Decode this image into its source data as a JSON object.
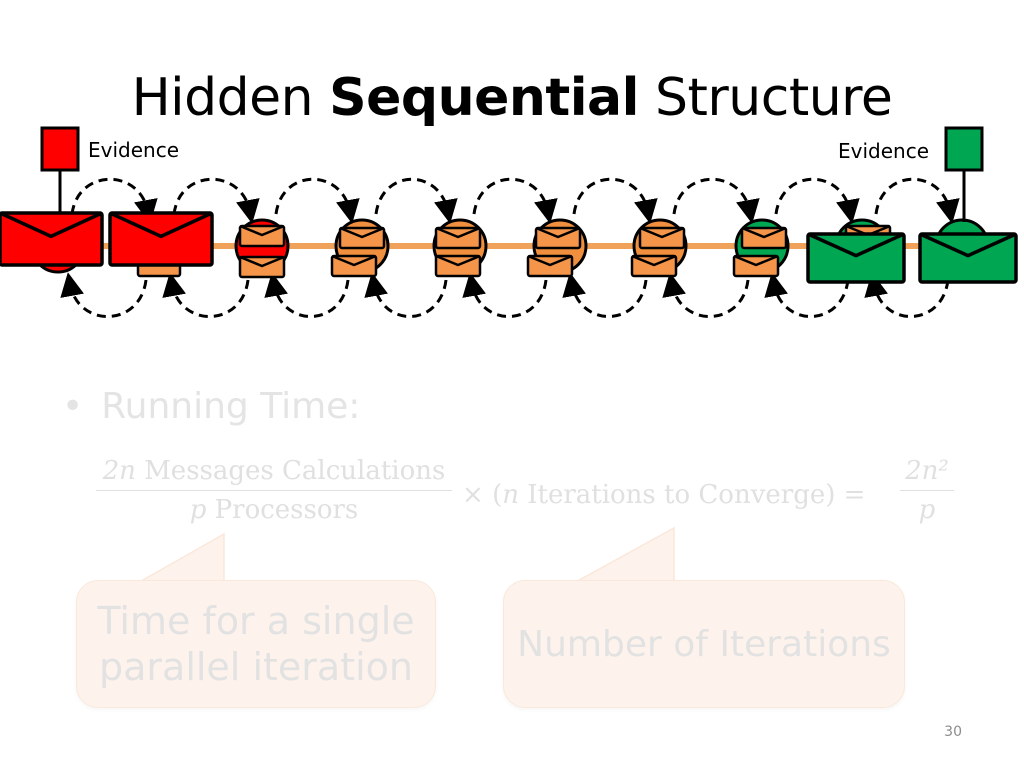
{
  "slide": {
    "title_prefix": "Hidden ",
    "title_bold": "Sequential",
    "title_suffix": " Structure",
    "page_number": "30"
  },
  "diagram": {
    "evidence_left_label": "Evidence",
    "evidence_right_label": "Evidence",
    "colors": {
      "chain_line": "#f0a15a",
      "node_fill": "#f0903e",
      "evidence_red": "#ff0000",
      "evidence_green": "#00a651",
      "message_orange": "#f4954a",
      "outline": "#000000"
    },
    "hidden_node_count": 10,
    "message_icon": "envelope-icon",
    "arrow_style": "dashed-curved-arrow"
  },
  "content": {
    "bullet_label": "Running Time:",
    "bullet_color": "#e4e4e4",
    "formula": {
      "numerator_var": "2n",
      "numerator_text": "Messages Calculations",
      "denominator_var": "p",
      "denominator_text": "Processors",
      "middle_times": "×",
      "middle_open": "(",
      "middle_var": "n",
      "middle_text": "Iterations to Converge",
      "middle_close": ")",
      "equals": "=",
      "result_numerator": "2n²",
      "result_denominator": "p"
    },
    "callout_left_line1": "Time for a single",
    "callout_left_line2": "parallel iteration",
    "callout_right": "Number of Iterations"
  }
}
